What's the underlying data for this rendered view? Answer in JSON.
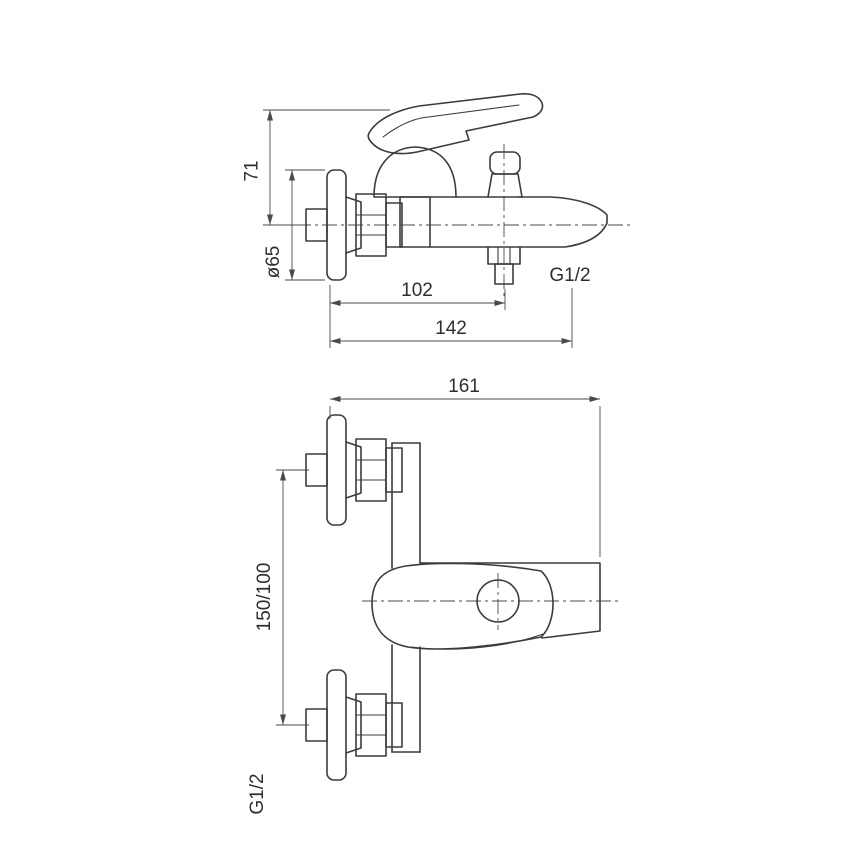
{
  "drawing": {
    "side_view": {
      "dims": {
        "height": "71",
        "flange_dia": "ø65",
        "outlet_offset": "102",
        "length": "142",
        "outlet_thread": "G1/2"
      }
    },
    "plan_view": {
      "dims": {
        "width": "161",
        "mount_spacing": "150/100",
        "inlet_thread": "G1/2"
      }
    },
    "colors": {
      "object_line": "#3c3c3c",
      "dimension_line": "#4a4a4a",
      "background": "#ffffff"
    }
  }
}
